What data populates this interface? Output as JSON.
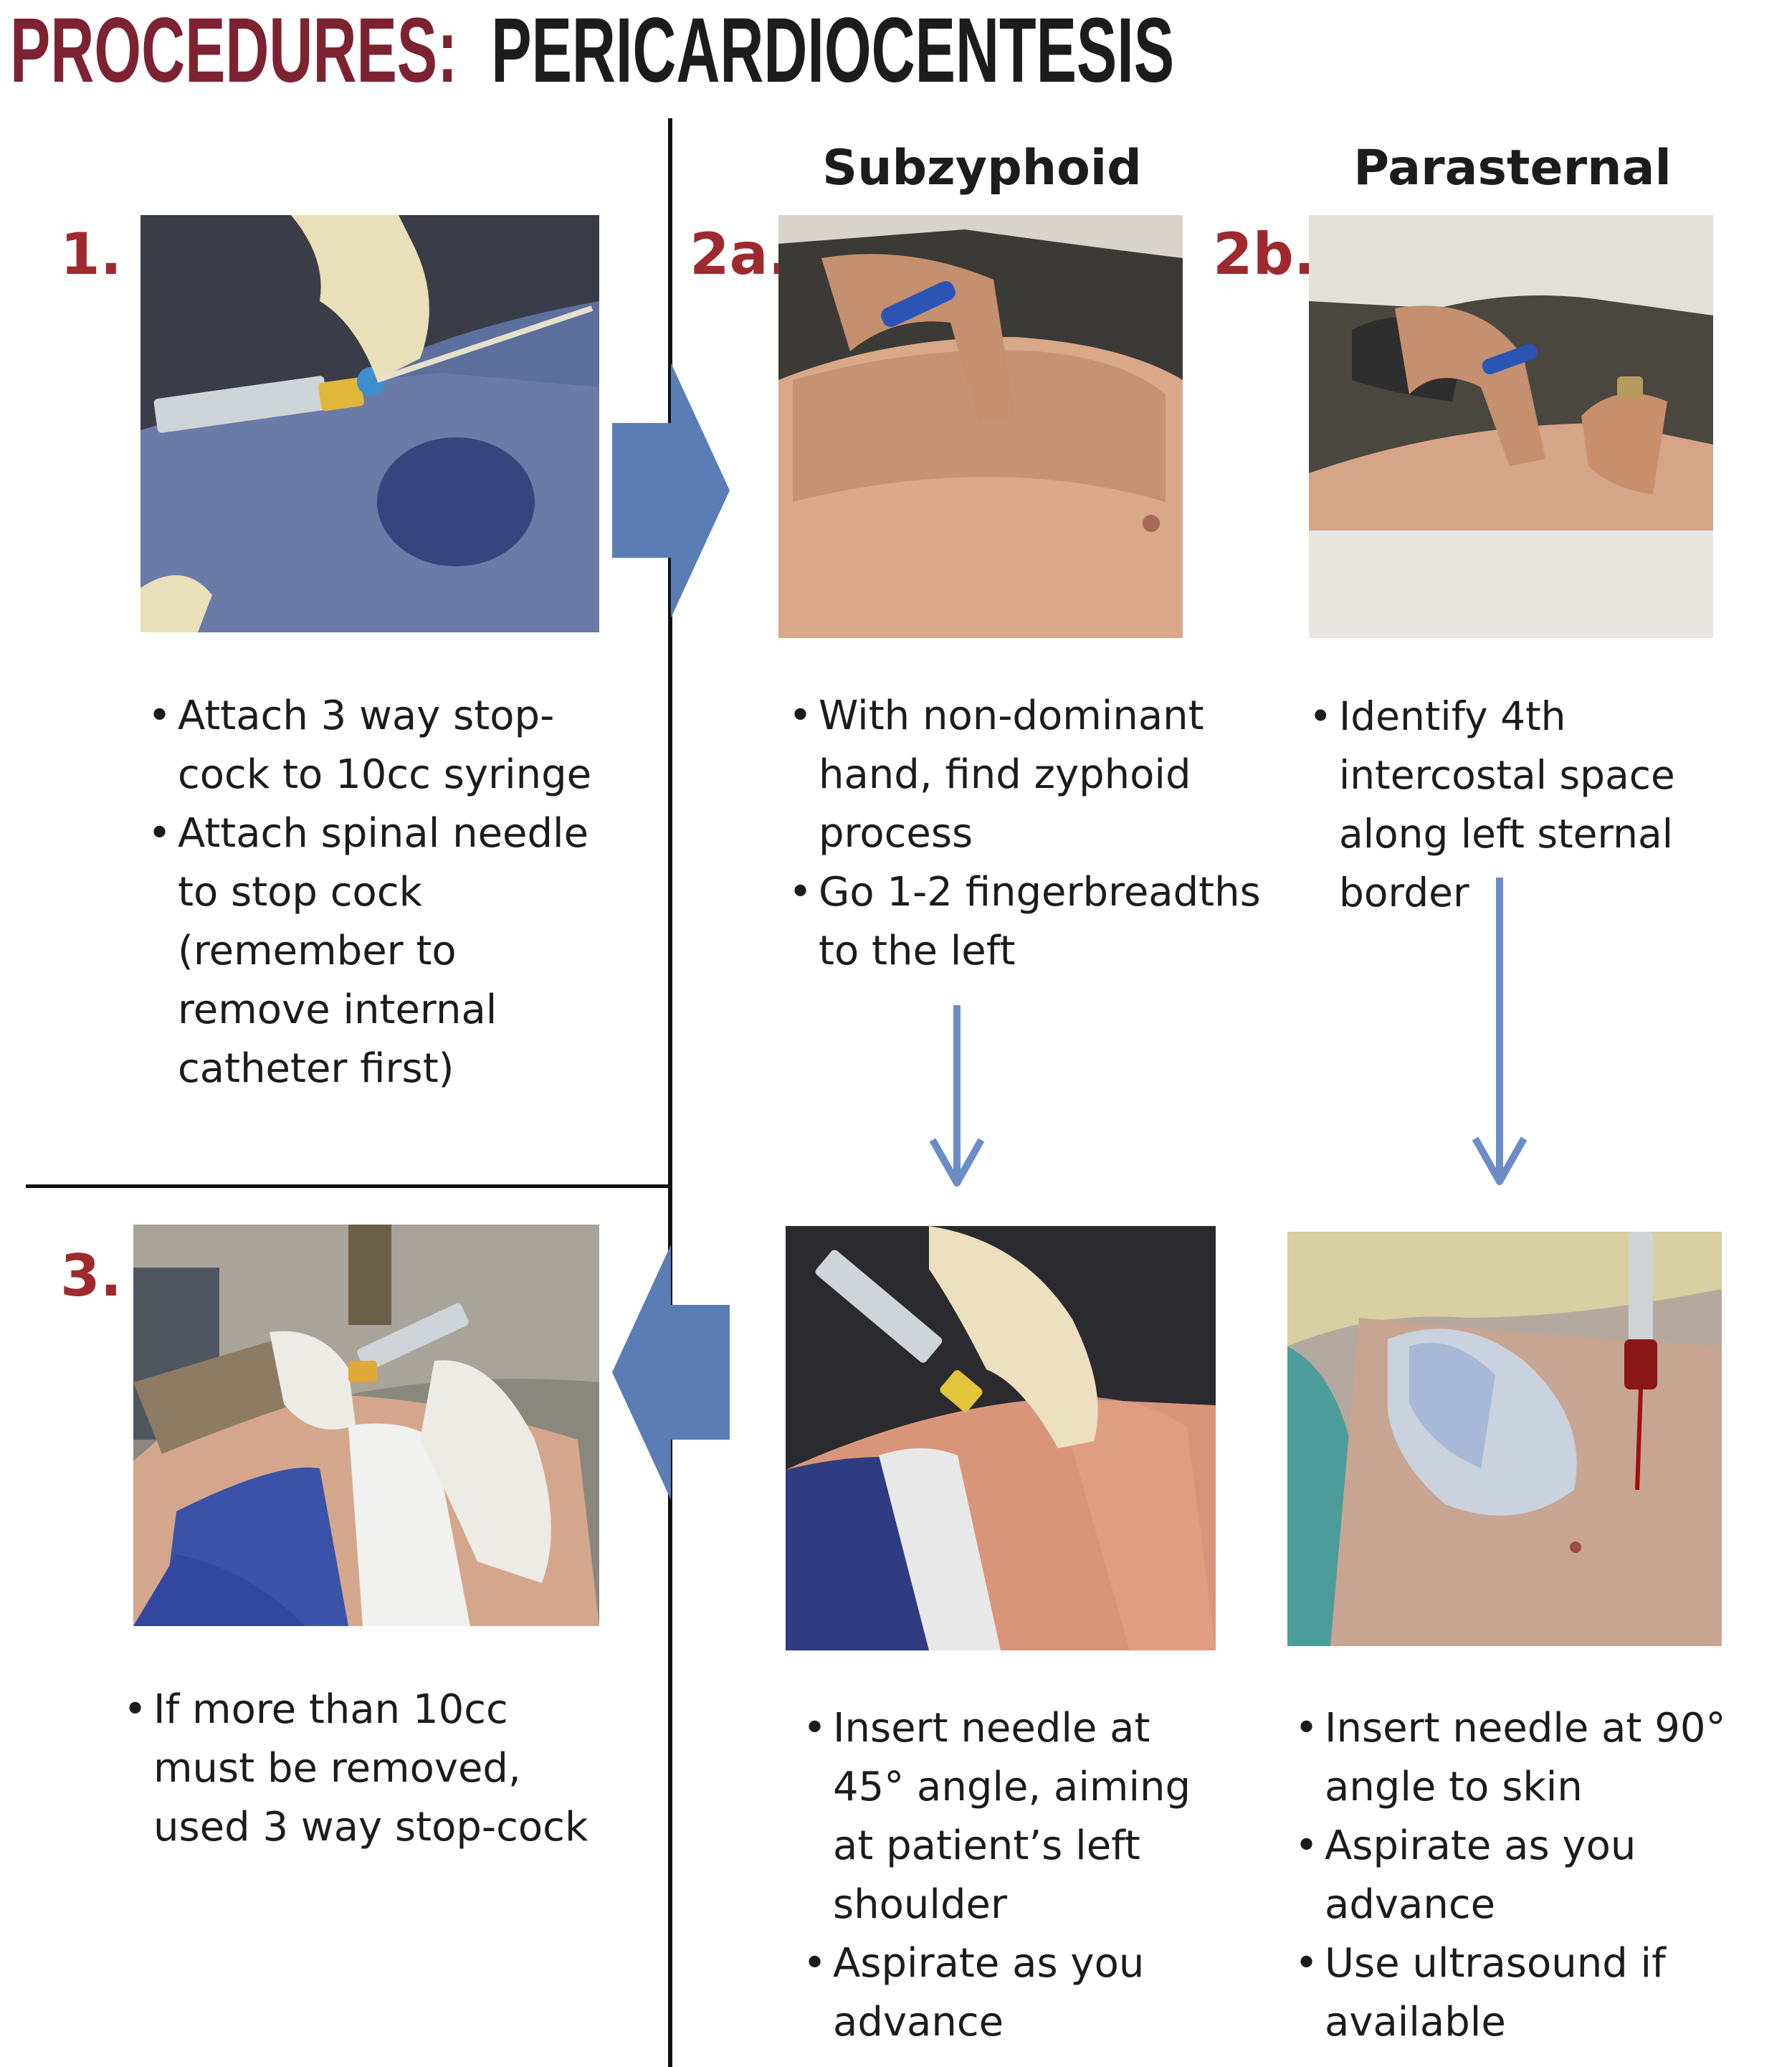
{
  "title": {
    "prefix": "PROCEDURES:",
    "main": "PERICARDIOCENTESIS"
  },
  "columns": {
    "subxiphoid": "Subzyphoid",
    "parasternal": "Parasternal"
  },
  "steps": {
    "s1": {
      "label": "1.",
      "bullets": [
        "Attach 3 way stop-cock to 10cc syringe",
        "Attach spinal needle to stop cock (remember to remove internal catheter first)"
      ]
    },
    "s2a": {
      "label": "2a.",
      "bullets": [
        "With non-dominant hand, find zyphoid process",
        "Go 1-2 fingerbreadths to the left"
      ]
    },
    "s2b": {
      "label": "2b.",
      "bullets": [
        "Identify 4th intercostal space along left sternal border"
      ]
    },
    "s2a_insert": {
      "bullets": [
        "Insert needle at 45° angle, aiming at patient’s left shoulder",
        "Aspirate as you advance"
      ]
    },
    "s2b_insert": {
      "bullets": [
        "Insert needle at 90° angle to skin",
        "Aspirate as you advance",
        "Use ultrasound if available"
      ]
    },
    "s3": {
      "label": "3.",
      "bullets": [
        "If more than 10cc must be removed, used 3 way stop-cock"
      ]
    }
  },
  "colors": {
    "title_red": "#7d2231",
    "step_red": "#9e2a2f",
    "arrow_blue": "#5a7db5",
    "line_arrow_blue": "#6b8cc6"
  }
}
